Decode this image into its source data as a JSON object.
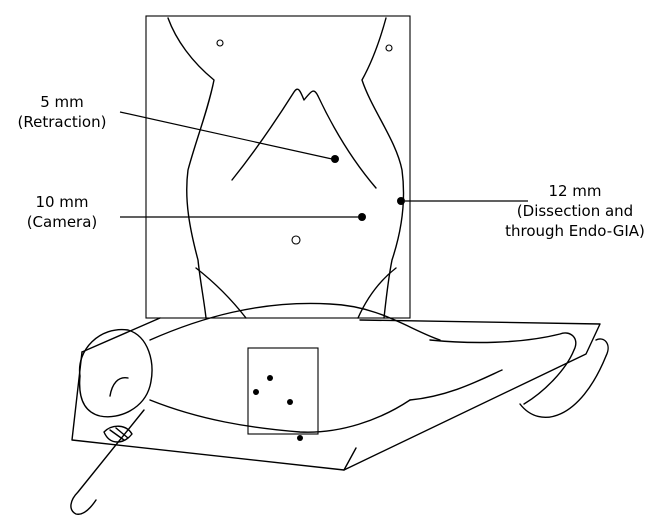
{
  "labels": {
    "port_5mm": {
      "size": "5 mm",
      "purpose": "(Retraction)"
    },
    "port_10mm": {
      "size": "10 mm",
      "purpose": "(Camera)"
    },
    "port_12mm": {
      "size": "12 mm",
      "purpose_line1": "(Dissection and",
      "purpose_line2": "through Endo-GIA)"
    }
  }
}
